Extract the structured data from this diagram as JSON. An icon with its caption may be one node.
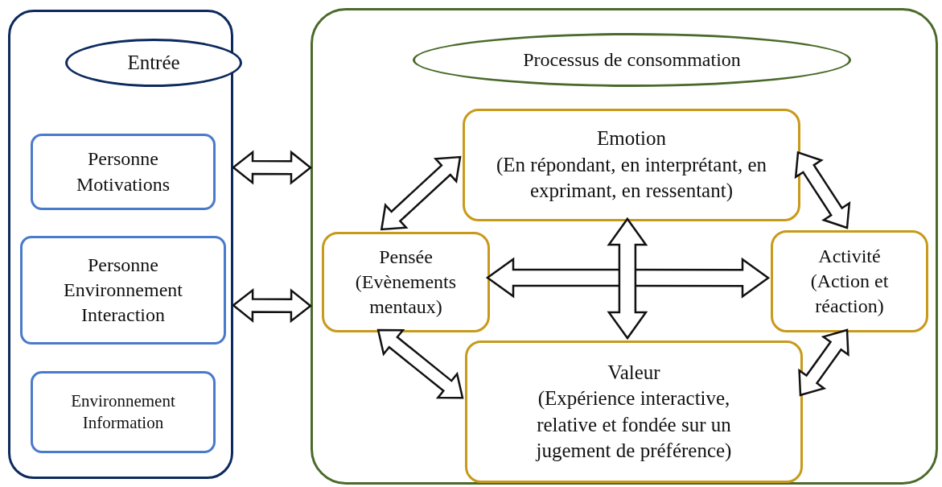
{
  "diagram": {
    "nodes": [
      {
        "text": [],
        "shape": "box"
      },
      {
        "text": [
          "Entrée"
        ],
        "in": 0
      },
      {
        "text": [
          "Personne Motivations"
        ],
        "in": 0
      },
      {
        "text": [
          "Personne Environnement Interaction"
        ],
        "in": 0
      },
      {
        "text": [
          "Environnement Information"
        ],
        "in": 0
      },
      {
        "text": [],
        "shape": "box"
      },
      {
        "text": [
          "Processus de consommation"
        ],
        "in": 5
      },
      {
        "text": [
          "Emotion",
          "(En répondant, en interprétant, en exprimant, en ressentant)"
        ],
        "in": 5
      },
      {
        "text": [
          "Pensée",
          "(Evènements mentaux)"
        ],
        "in": 5
      },
      {
        "text": [
          "Activité",
          "(Action et réaction)"
        ],
        "in": 5
      },
      {
        "text": [
          "Valeur",
          "(Expérience interactive, relative et fondée sur un jugement de préférence)"
        ],
        "in": 5
      }
    ],
    "edges": [
      {
        "from": 0,
        "to": 5,
        "arrow": "both"
      },
      {
        "from": 0,
        "to": 5,
        "arrow": "both"
      },
      {
        "from": 8,
        "to": 7,
        "arrow": "both"
      },
      {
        "from": 7,
        "to": 9,
        "arrow": "both"
      },
      {
        "from": 8,
        "to": 10,
        "arrow": "both"
      },
      {
        "from": 10,
        "to": 9,
        "arrow": "both"
      },
      {
        "from": 8,
        "to": 9,
        "arrow": "both"
      },
      {
        "from": 7,
        "to": 10,
        "arrow": "both"
      }
    ]
  }
}
